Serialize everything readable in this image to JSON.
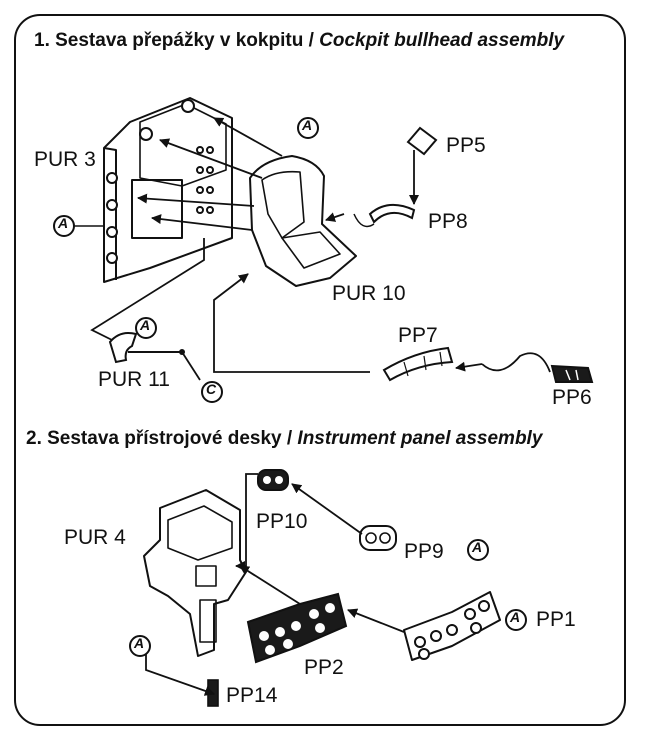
{
  "section1": {
    "title_cs": "1. Sestava přepážky v kokpitu / ",
    "title_en": "Cockpit bullhead assembly"
  },
  "section2": {
    "title_cs": "2. Sestava přístrojové desky / ",
    "title_en": "Instrument panel assembly"
  },
  "labels": {
    "pur3": "PUR 3",
    "pp5": "PP5",
    "pp8": "PP8",
    "pur10": "PUR 10",
    "pp7": "PP7",
    "pp6": "PP6",
    "pur11": "PUR 11",
    "pur4": "PUR 4",
    "pp10": "PP10",
    "pp9": "PP9",
    "pp1": "PP1",
    "pp2": "PP2",
    "pp14": "PP14"
  },
  "badges": {
    "a": "A",
    "c": "C"
  },
  "colors": {
    "line": "#111111",
    "part_fill": "#ffffff",
    "dark_part": "#1a1a1a"
  }
}
